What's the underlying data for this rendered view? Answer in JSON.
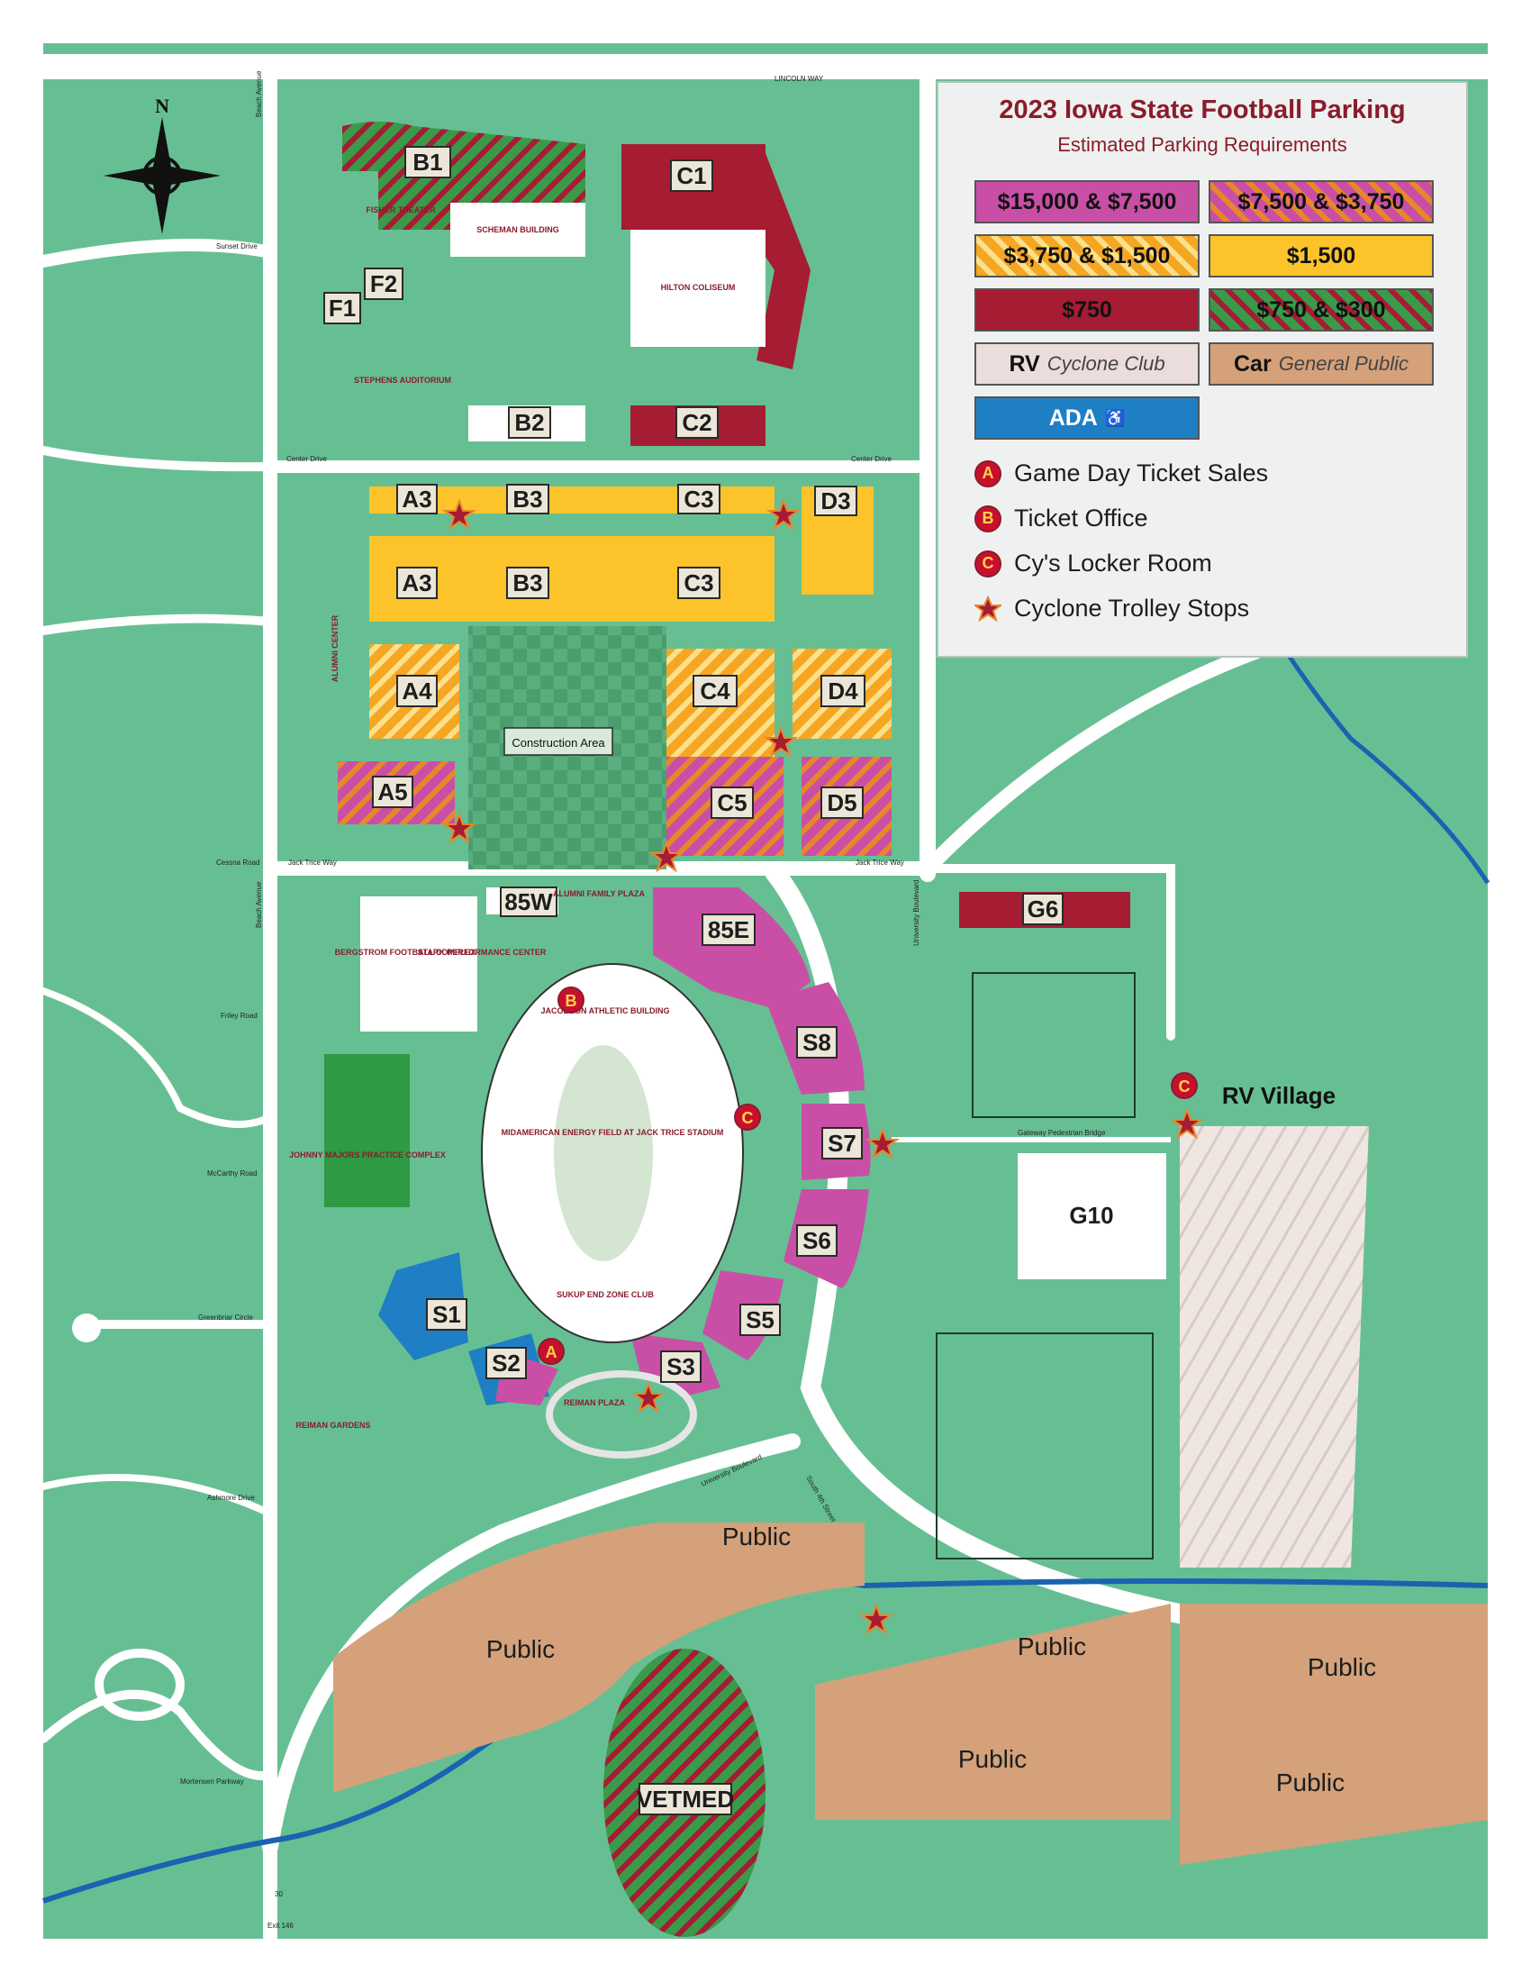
{
  "legend": {
    "title": "2023 Iowa State Football Parking",
    "subtitle": "Estimated Parking Requirements",
    "swatches": [
      {
        "label": "$15,000 & $7,500",
        "color": "#c94fa6"
      },
      {
        "label": "$7,500 & $3,750",
        "color": "#c94fa6",
        "stripe": "#e8862a"
      },
      {
        "label": "$3,750 & $1,500",
        "color": "#f5a623",
        "stripe": "#e8862a"
      },
      {
        "label": "$1,500",
        "color": "#fcc42a"
      },
      {
        "label": "$750",
        "color": "#a51c33"
      },
      {
        "label": "$750 & $300",
        "color": "#3a9a4a",
        "stripe": "#a51c33"
      },
      {
        "label": "RV",
        "sub": "Cyclone Club",
        "color": "#eadddb"
      },
      {
        "label": "Car",
        "sub": "General Public",
        "color": "#d4a17a"
      },
      {
        "label": "ADA",
        "color": "#1f7fc4"
      }
    ],
    "keys": [
      {
        "marker": "A",
        "label": "Game Day Ticket Sales"
      },
      {
        "marker": "B",
        "label": "Ticket Office"
      },
      {
        "marker": "C",
        "label": "Cy's Locker Room"
      },
      {
        "marker": "star",
        "label": "Cyclone Trolley Stops"
      }
    ]
  },
  "compass": {
    "north": "N"
  },
  "lots": {
    "B1": "B1",
    "C1": "C1",
    "F1": "F1",
    "F2": "F2",
    "B2": "B2",
    "C2": "C2",
    "A3": "A3",
    "B3": "B3",
    "C3": "C3",
    "D3": "D3",
    "A4": "A4",
    "C4": "C4",
    "D4": "D4",
    "A5": "A5",
    "C5": "C5",
    "D5": "D5",
    "85W": "85W",
    "85E": "85E",
    "G6": "G6",
    "S8": "S8",
    "S7": "S7",
    "S6": "S6",
    "S5": "S5",
    "S3": "S3",
    "S2": "S2",
    "S1": "S1",
    "G10": "G10",
    "VETMED": "VETMED"
  },
  "areas": {
    "construction": "Construction Area",
    "rv_village": "RV Village",
    "public": "Public"
  },
  "markers": {
    "a": "A",
    "b": "B",
    "c": "C"
  },
  "buildings": {
    "scheman": "SCHEMAN BUILDING",
    "hilton": "HILTON COLISEUM",
    "stephens": "STEPHENS AUDITORIUM",
    "fisher": "FISHER THEATER",
    "alumni": "ALUMNI CENTER",
    "bergstrom": "BERGSTROM FOOTBALL COMPLEX",
    "stark": "STARK PERFORMANCE CENTER",
    "jacobson": "JACOBSON ATHLETIC BUILDING",
    "stadium": "MIDAMERICAN ENERGY FIELD AT JACK TRICE STADIUM",
    "johnny": "JOHNNY MAJORS PRACTICE COMPLEX",
    "sukup": "SUKUP END ZONE CLUB",
    "reiman_plaza": "REIMAN PLAZA",
    "reiman_gardens": "REIMAN GARDENS",
    "family_plaza": "ALUMNI FAMILY PLAZA"
  },
  "roads": {
    "lincoln_way": "LINCOLN WAY",
    "sunset": "Sunset Drive",
    "center_w": "Center Drive",
    "center_e": "Center Drive",
    "jack_trice_w": "Jack Trice Way",
    "jack_trice_e": "Jack Trice Way",
    "beach_n": "Beach Avenue",
    "beach_s": "Beach Avenue",
    "cessna": "Cessna Road",
    "friley": "Friley Road",
    "mccarthy": "McCarthy Road",
    "greenbriar": "Greenbriar Circle",
    "ashmore": "Ashmore Drive",
    "university_n": "University Boulevard",
    "university_s": "University Boulevard",
    "south_fourth": "South 4th Street",
    "mortensen": "Mortensen Parkway",
    "gateway": "Gateway Pedestrian Bridge",
    "route": "30",
    "exit": "Exit 146"
  }
}
